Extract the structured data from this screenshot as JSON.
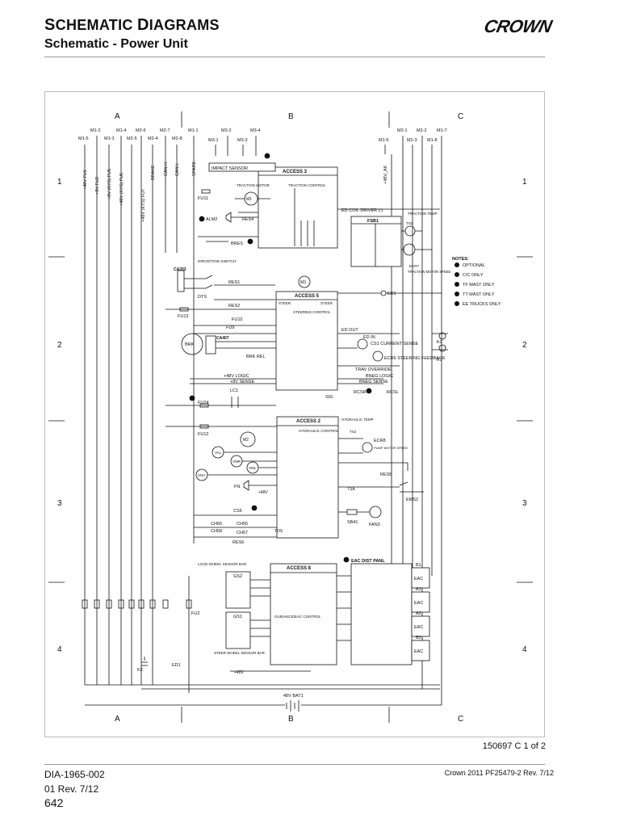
{
  "header": {
    "title_s": "S",
    "title_rest1": "CHEMATIC ",
    "title_d": "D",
    "title_rest2": "IAGRAMS",
    "subtitle": "Schematic - Power Unit",
    "logo": "CROWN"
  },
  "grid": {
    "columns": [
      "A",
      "B",
      "C"
    ],
    "rows": [
      "1",
      "2",
      "3",
      "4"
    ]
  },
  "top_connectors": [
    "M1-5",
    "M1-2",
    "M1-3",
    "M1-4",
    "M2-5",
    "M2-6",
    "M2-4",
    "M2-7",
    "M2-8",
    "M1-1",
    "M3-1",
    "M3-2",
    "M3-3",
    "M3-4",
    "M1-6",
    "M2-1",
    "M2-3",
    "M2-2",
    "M1-8",
    "M1-7"
  ],
  "rotated_labels": [
    "+48V FU1",
    "+8V FU3",
    "+8V (KYS) FU5",
    "+48V (KYS) FU6",
    "+48V (KYS) FU7",
    "BRAKE",
    "CAN H",
    "CAN L",
    "SPARE",
    "+48V_AK"
  ],
  "modules": {
    "access3": {
      "title": "ACCESS 3",
      "sub": "TRACTION CONTROL"
    },
    "access5": {
      "title": "ACCESS 5",
      "sub": "STEERING CONTROL",
      "in": "STEER",
      "out": "STEER"
    },
    "access2": {
      "title": "ACCESS 2",
      "sub": "HYDRAULIC CONTROL",
      "aux": "HYDRAULIC TEMP"
    },
    "access8": {
      "title": "ACCESS 8",
      "sub": "GUIDANCE/EAC CONTROL"
    },
    "fsb1": "FSB1",
    "eac_panel": "EAC DIST PANL"
  },
  "labels": {
    "impact_sensor": "IMPACT SENSOR",
    "fu11": "FU11",
    "traction_motor": "TRACTION MOTOR",
    "m1": "M1",
    "alm2": "ALM2",
    "res4": "RES4",
    "bres": "BRES",
    "ed_coil": "ED COIL DRIVER (-)",
    "traction_temp": "TRACTION TEMP",
    "ts1": "TS1",
    "ecr7": "ECR7",
    "traction_motor_speed": "TRACTION MOTOR SPEED",
    "ca203": "CA203",
    "drive_tow": "DRIVE/TOW SWITCH",
    "res1": "RES1",
    "dts": "DTS",
    "res2": "RES2",
    "m3": "M3",
    "ed1_top": "ED1",
    "fu13": "FU13",
    "fu10": "FU10",
    "fu9": "FU9",
    "ca407": "CA407",
    "brk": "BRK",
    "brk_rel": "BRK REL",
    "ed_out": "ED OUT",
    "ed_in": "ED IN",
    "cs1": "CS1 CURRENT SENSE",
    "ecr6": "ECR6 STEERING FEEDBACK",
    "trav_override": "TRAV OVERRIDE",
    "bneg_logic": "BNEG LOGIC",
    "bneg_sense": "BNEG SENSE",
    "p48v_logic": "+48V LOGIC",
    "p8v_sense": "+8V SENSE",
    "rcsr": "RCSR",
    "rcsl": "RCSL",
    "sig": "SIG",
    "lc1": "LC1",
    "fu24": "FU24",
    "fu12": "FU12",
    "m2": "M2",
    "ts2": "TS2",
    "ecr8": "ECR8",
    "pump_motor_speed": "PUMP MOTOR SPEED",
    "res5": "RES5",
    "ems2": "EMS2",
    "val": "VAL",
    "vmr": "VMR",
    "vml": "VML",
    "vna": "VNA",
    "fn": "FN",
    "p48v": "+48V",
    "tsa": "TSA",
    "cs5": "CS5",
    "ch56": "CH56",
    "ch55": "CH55",
    "ch57": "CH57",
    "ch58": "CH58",
    "res6": "RES6",
    "sb41": "SB41",
    "fan3": "FAN3",
    "tos": "TOS",
    "load_wheel": "LOAD WHEEL SENSOR BAR",
    "gs2": "GS2",
    "gs1": "GS1",
    "steer_wheel": "STEER WHEEL SENSOR BAR",
    "p48v_bottom": "+48V",
    "k2_top": "K2",
    "k3_top": "K3",
    "k2_bottom": "K2",
    "ed1_bottom": "ED1",
    "fu2": "FU2",
    "bat1": "48V BAT1",
    "b1": "B1",
    "a1": "A1",
    "a2": "A2",
    "b2": "B2",
    "eac": "EAC"
  },
  "notes": {
    "title": "NOTES:",
    "items": [
      {
        "num": "1",
        "text": "OPTIONAL"
      },
      {
        "num": "2",
        "text": "C/C ONLY"
      },
      {
        "num": "3",
        "text": "TF MAST ONLY"
      },
      {
        "num": "4",
        "text": "TT MAST ONLY"
      },
      {
        "num": "5",
        "text": "EE TRUCKS ONLY"
      }
    ]
  },
  "footer": {
    "doc_id": "150697 C 1 of 2",
    "dia": "DIA-1965-002",
    "rev": "01 Rev. 7/12",
    "page": "642",
    "copyright": "Crown 2011 PF25479-2 Rev. 7/12"
  }
}
